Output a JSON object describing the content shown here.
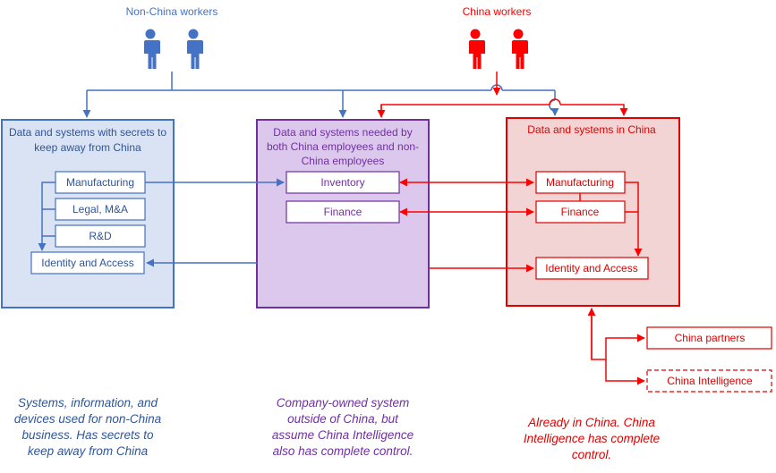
{
  "colors": {
    "blue": "#4472c4",
    "blue_fill": "#dae3f3",
    "purple": "#7030a0",
    "purple_fill": "#dcc8ec",
    "red": "#ff0000",
    "red_fill": "#f3d4d4",
    "blue_text": "#2f5597",
    "purple_text": "#7030a0",
    "red_text": "#e00000"
  },
  "groups": {
    "non_china_workers": {
      "label": "Non-China workers",
      "icon": "person-icon"
    },
    "china_workers": {
      "label": "China workers",
      "icon": "person-icon"
    }
  },
  "zones": {
    "secrets": {
      "title_line1": "Data and systems with secrets to",
      "title_line2": "keep away from China",
      "systems": [
        "Manufacturing",
        "Legal, M&A",
        "R&D",
        "Identity and Access"
      ]
    },
    "shared": {
      "title_line1": "Data and systems needed by",
      "title_line2": "both China employees and non-",
      "title_line3": "China employees",
      "systems": [
        "Inventory",
        "Finance"
      ]
    },
    "china": {
      "title": "Data and systems in China",
      "systems": [
        "Manufacturing",
        "Finance",
        "Identity and Access"
      ]
    }
  },
  "external": {
    "partners": "China partners",
    "intelligence": "China Intelligence"
  },
  "notes": {
    "secrets": [
      "Systems, information, and",
      "devices used for non-China",
      "business. Has secrets to",
      "keep away from China"
    ],
    "shared": [
      "Company-owned system",
      "outside of China, but",
      "assume China Intelligence",
      "also has complete control."
    ],
    "china": [
      "Already in China. China",
      "Intelligence has complete",
      "control."
    ]
  }
}
